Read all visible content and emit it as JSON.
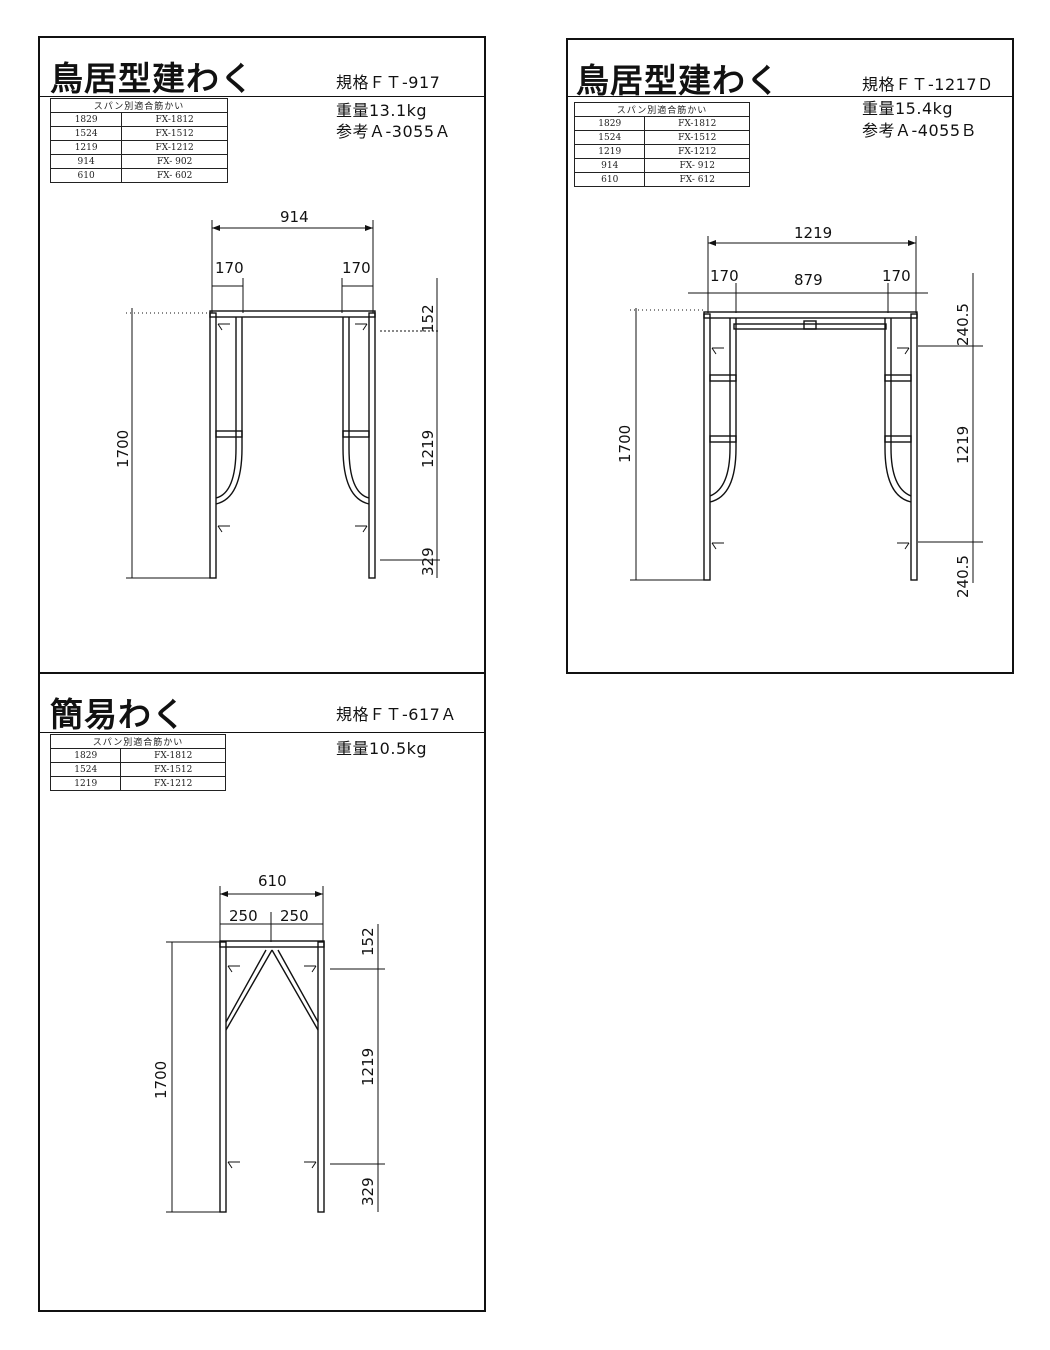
{
  "panel_a": {
    "title": "鳥居型建わく",
    "spec": "規格ＦＴ-917",
    "weight": "重量13.1kg",
    "ref": "参考Ａ-3055Ａ",
    "table": {
      "header": "スパン別適合筋かい",
      "rows": [
        [
          "1829",
          "FX-1812"
        ],
        [
          "1524",
          "FX-1512"
        ],
        [
          "1219",
          "FX-1212"
        ],
        [
          "914",
          "FX- 902"
        ],
        [
          "610",
          "FX- 602"
        ]
      ]
    },
    "dims": {
      "width": "914",
      "left": "170",
      "right": "170",
      "top": "152",
      "mid": "1219",
      "bottom": "329",
      "height": "1700"
    }
  },
  "panel_b": {
    "title": "鳥居型建わく",
    "spec": "規格ＦＴ-1217Ｄ",
    "weight": "重量15.4kg",
    "ref": "参考Ａ-4055Ｂ",
    "table": {
      "header": "スパン別適合筋かい",
      "rows": [
        [
          "1829",
          "FX-1812"
        ],
        [
          "1524",
          "FX-1512"
        ],
        [
          "1219",
          "FX-1212"
        ],
        [
          "914",
          "FX- 912"
        ],
        [
          "610",
          "FX- 612"
        ]
      ]
    },
    "dims": {
      "width": "1219",
      "left": "170",
      "center": "879",
      "right": "170",
      "top": "240.5",
      "mid": "1219",
      "bottom": "240.5",
      "height": "1700"
    }
  },
  "panel_c": {
    "title": "簡易わく",
    "spec": "規格ＦＴ-617Ａ",
    "weight": "重量10.5kg",
    "table": {
      "header": "スパン別適合筋かい",
      "rows": [
        [
          "1829",
          "FX-1812"
        ],
        [
          "1524",
          "FX-1512"
        ],
        [
          "1219",
          "FX-1212"
        ]
      ]
    },
    "dims": {
      "width": "610",
      "left": "250",
      "right": "250",
      "top": "152",
      "mid": "1219",
      "bottom": "329",
      "height": "1700"
    }
  }
}
